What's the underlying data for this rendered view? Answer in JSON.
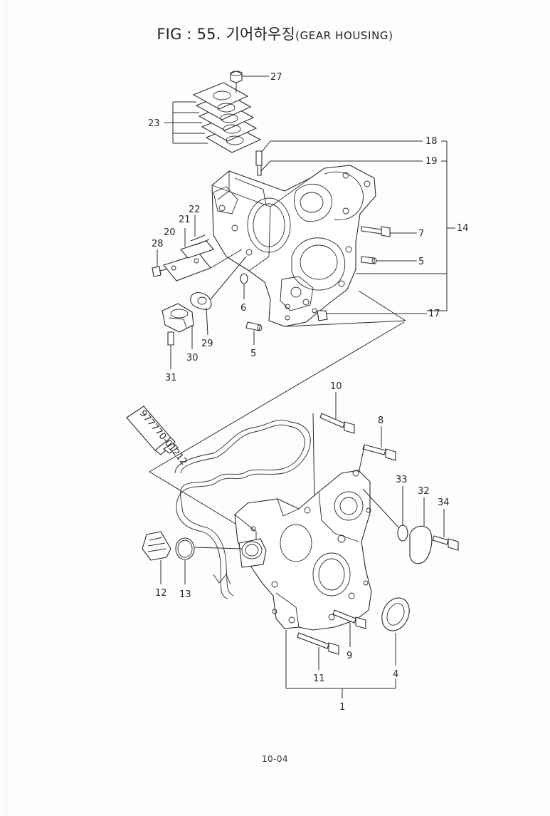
{
  "title": {
    "main": "FIG : 55. 기어하우징",
    "sub": "(GEAR HOUSING)"
  },
  "tube_label": "977770-01212",
  "footer": "10-04",
  "part_labels": {
    "p1": "1",
    "p4": "4",
    "p5a": "5",
    "p5b": "5",
    "p6": "6",
    "p7": "7",
    "p8": "8",
    "p9": "9",
    "p10": "10",
    "p11": "11",
    "p12": "12",
    "p13": "13",
    "p14": "14",
    "p17": "17",
    "p18": "18",
    "p19": "19",
    "p20": "20",
    "p21": "21",
    "p22": "22",
    "p23": "23",
    "p27": "27",
    "p28": "28",
    "p29": "29",
    "p30": "30",
    "p31": "31",
    "p32": "32",
    "p33": "33",
    "p34": "34"
  }
}
